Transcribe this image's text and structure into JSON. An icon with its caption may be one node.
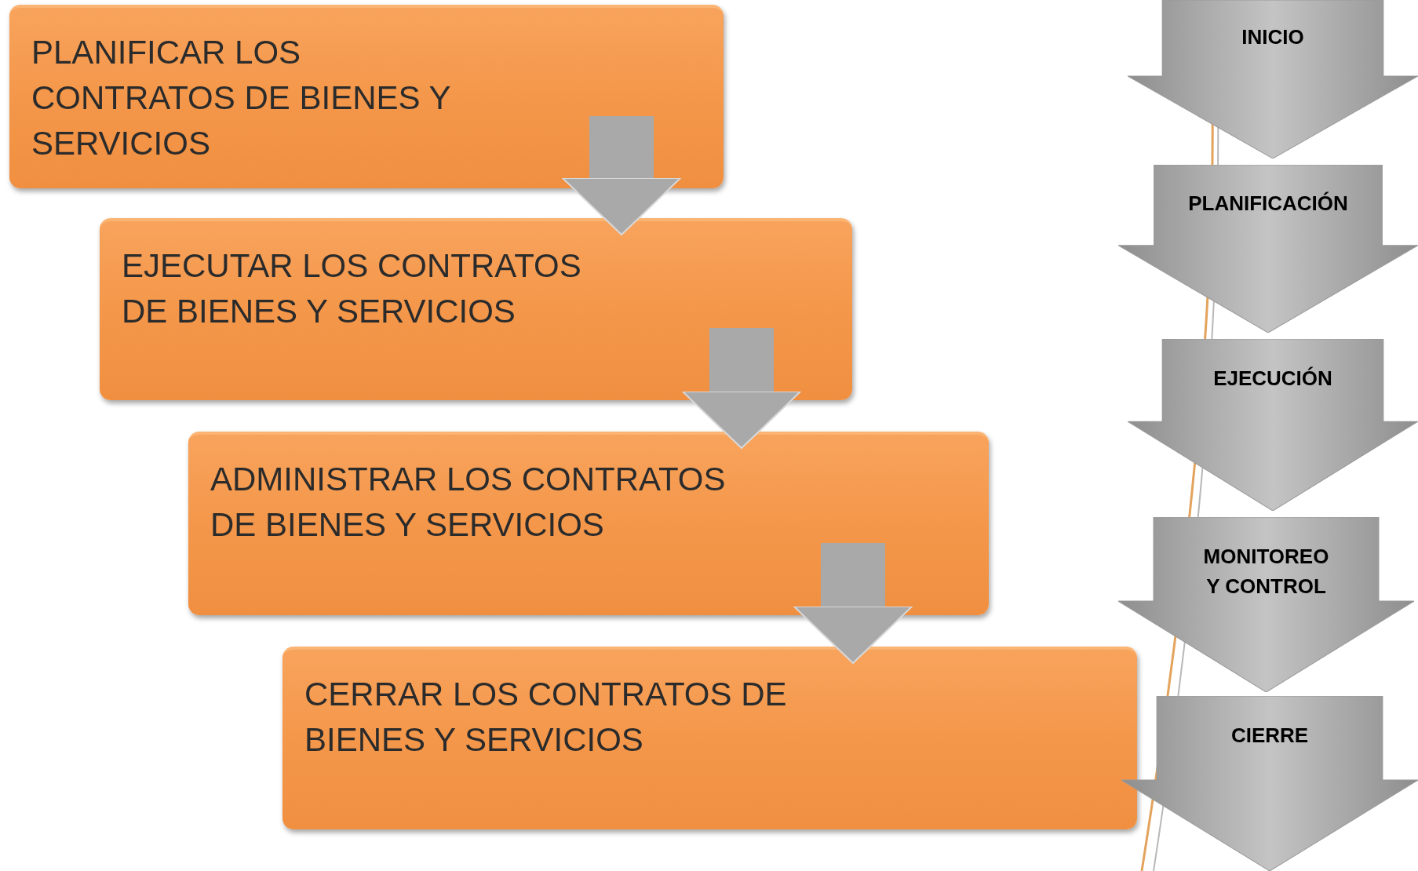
{
  "diagram": {
    "nodes": [
      {
        "text": [
          "PLANIFICAR LOS CONTRATOS DE BIENES Y SERVICIOS"
        ]
      },
      {
        "text": [
          "EJECUTAR LOS CONTRATOS DE BIENES Y SERVICIOS"
        ]
      },
      {
        "text": [
          "ADMINISTRAR LOS CONTRATOS DE BIENES Y SERVICIOS"
        ]
      },
      {
        "text": [
          "CERRAR LOS CONTRATOS DE BIENES Y SERVICIOS"
        ]
      },
      {
        "text": [
          "INICIO"
        ]
      },
      {
        "text": [
          "PLANIFICACIÓN"
        ]
      },
      {
        "text": [
          "EJECUCIÓN"
        ]
      },
      {
        "text": [
          "MONITOREO Y CONTROL"
        ]
      },
      {
        "text": [
          "CIERRE"
        ]
      }
    ],
    "edges": [
      {
        "from": 0,
        "to": 1,
        "arrow": "to"
      },
      {
        "from": 1,
        "to": 2,
        "arrow": "to"
      },
      {
        "from": 2,
        "to": 3,
        "arrow": "to"
      }
    ]
  }
}
